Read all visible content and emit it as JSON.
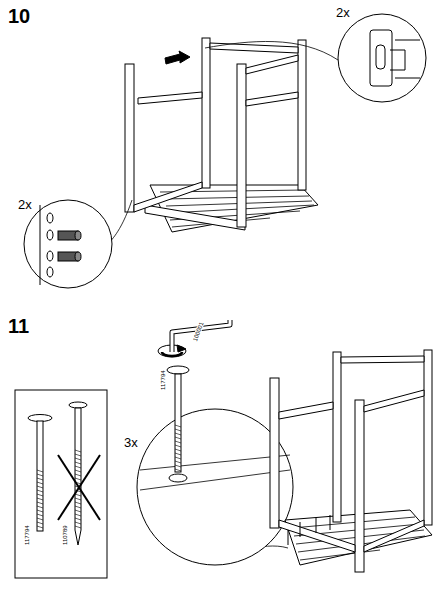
{
  "diagram": {
    "labels": [
      "10",
      "2x",
      "2x",
      "11",
      "100001",
      "117794",
      "3x",
      "117794",
      "110789"
    ]
  }
}
